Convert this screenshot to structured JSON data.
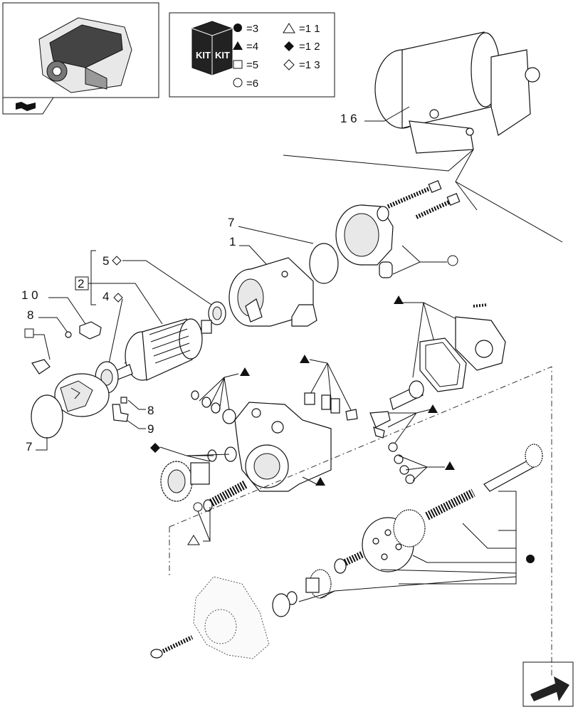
{
  "legend": {
    "kit_label": "KIT",
    "items": [
      {
        "symbol": "filled-circle",
        "text": "=3"
      },
      {
        "symbol": "filled-triangle",
        "text": "=4"
      },
      {
        "symbol": "open-square",
        "text": "=5"
      },
      {
        "symbol": "open-circle",
        "text": "=6"
      },
      {
        "symbol": "open-triangle",
        "text": "=1 1"
      },
      {
        "symbol": "filled-diamond",
        "text": "=1 2"
      },
      {
        "symbol": "open-diamond",
        "text": "=1 3"
      }
    ]
  },
  "callouts": {
    "c16": "1 6",
    "c7a": "7",
    "c1": "1",
    "c5": "5",
    "c2": "2",
    "c4": "4",
    "c10": "1 0",
    "c8a": "8",
    "c8b": "8",
    "c9": "9",
    "c7b": "7"
  },
  "colors": {
    "line": "#111111",
    "background": "#ffffff",
    "kit_box": "#222222"
  },
  "icons": {
    "thumbnail": "engine-thumbnail-icon",
    "nav_prev": "arrow-back-icon",
    "nav_next": "arrow-forward-icon"
  }
}
